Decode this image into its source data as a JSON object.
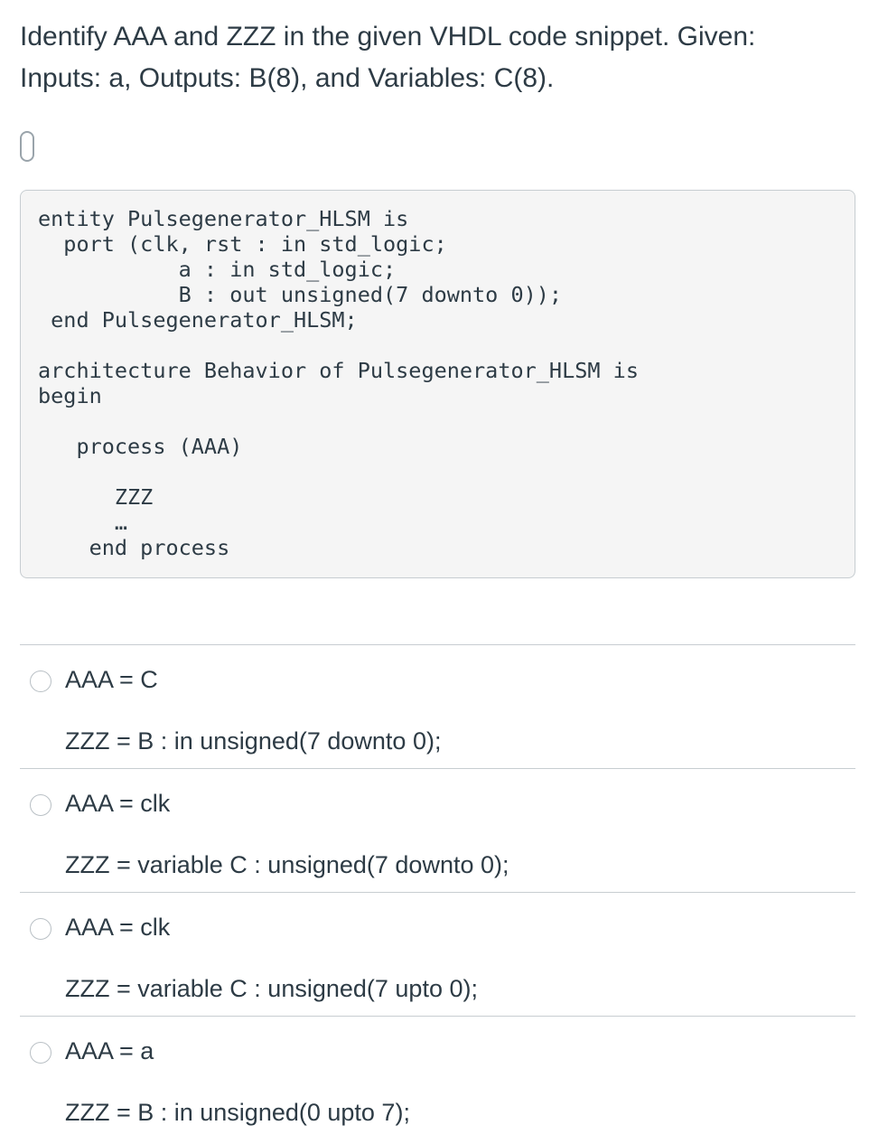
{
  "question": {
    "line1": "Identify AAA and ZZZ in the given VHDL code snippet. Given:",
    "line2": "Inputs: a, Outputs: B(8), and Variables: C(8)."
  },
  "code": {
    "lines": [
      "entity Pulsegenerator_HLSM is",
      "  port (clk, rst : in std_logic;",
      "           a : in std_logic;",
      "           B : out unsigned(7 downto 0));",
      " end Pulsegenerator_HLSM;",
      "",
      "architecture Behavior of Pulsegenerator_HLSM is",
      "begin",
      "",
      "   process (AAA)",
      "",
      "      ZZZ",
      "      …",
      "    end process"
    ]
  },
  "options": [
    {
      "line1": "AAA = C",
      "line2": "ZZZ = B : in unsigned(7 downto 0);"
    },
    {
      "line1": "AAA = clk",
      "line2": "ZZZ = variable C : unsigned(7 downto 0);"
    },
    {
      "line1": "AAA = clk",
      "line2": "ZZZ = variable C : unsigned(7 upto 0);"
    },
    {
      "line1": "AAA = a",
      "line2": "ZZZ = B : in unsigned(0 upto 7);"
    }
  ]
}
